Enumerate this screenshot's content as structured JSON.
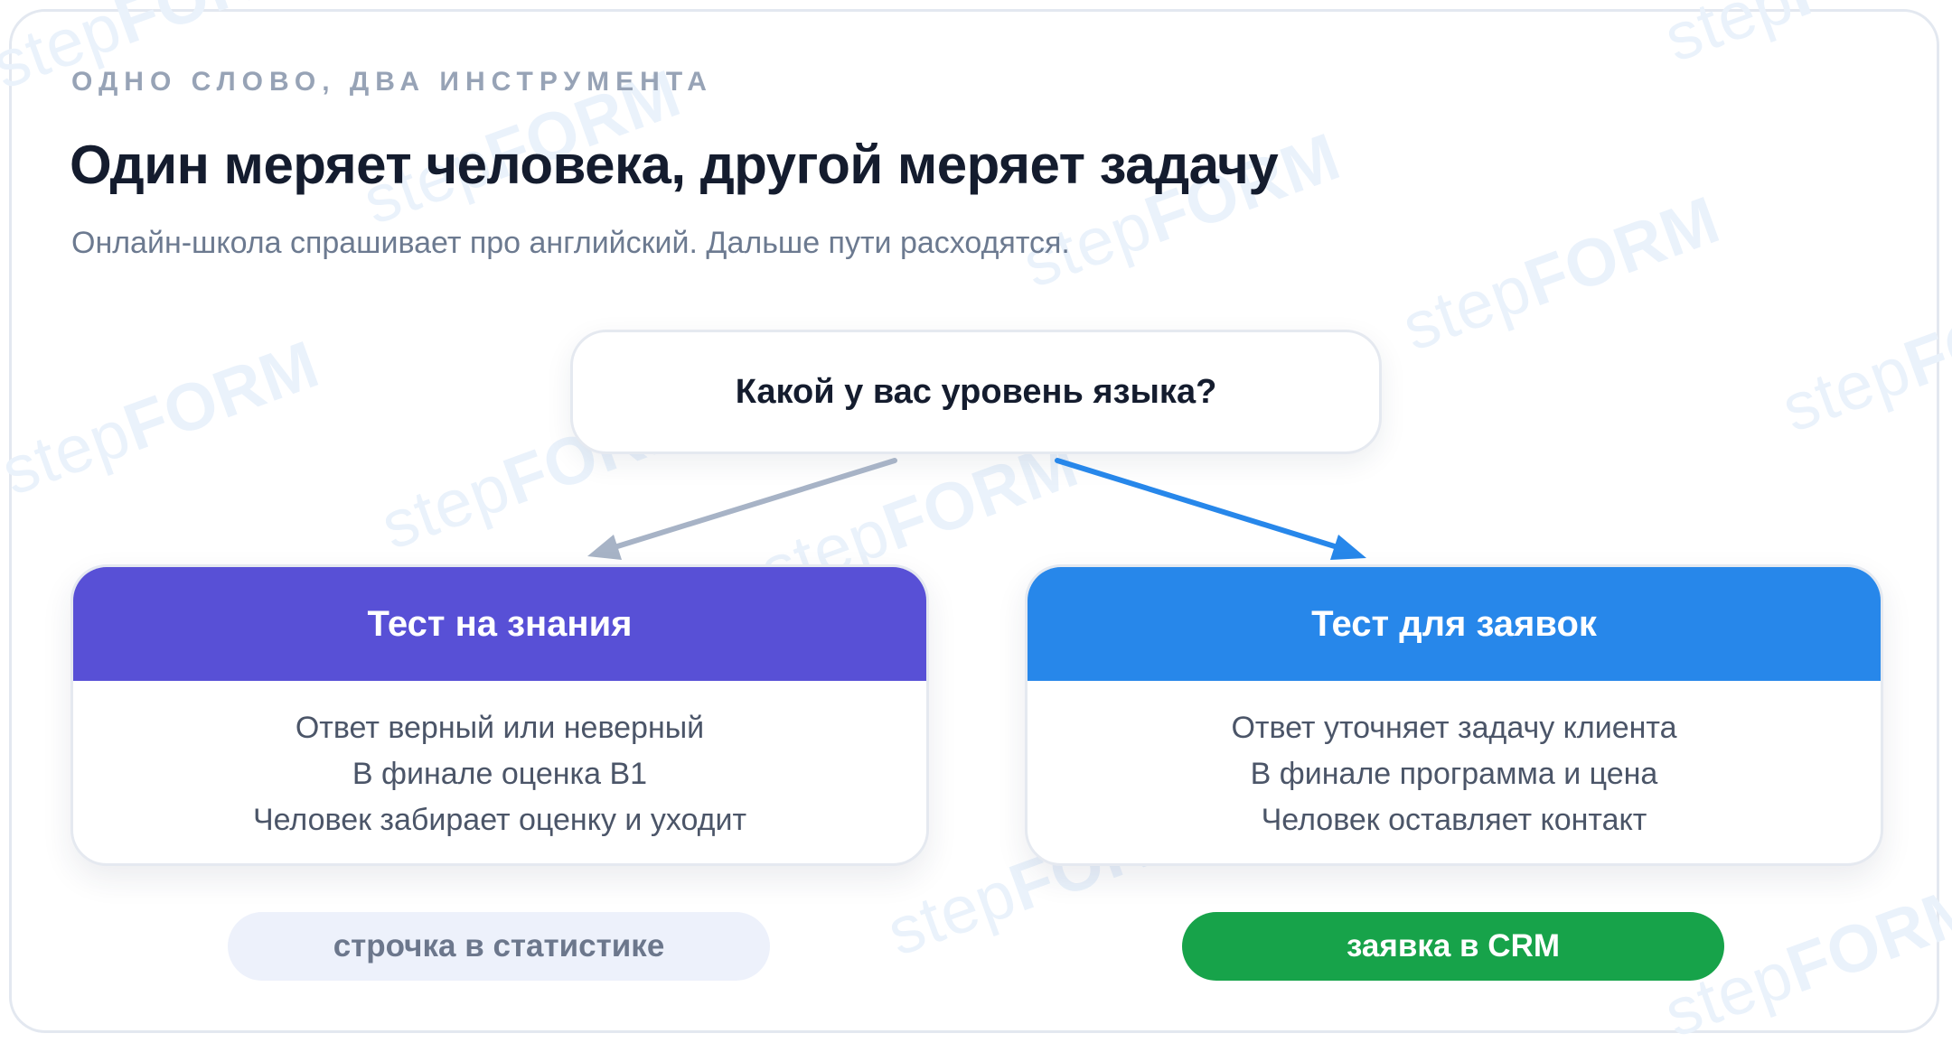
{
  "header": {
    "eyebrow": "ОДНО СЛОВО, ДВА ИНСТРУМЕНТА",
    "title": "Один меряет человека, другой меряет задачу",
    "subtitle": "Онлайн-школа спрашивает про английский. Дальше пути расходятся."
  },
  "watermark": {
    "part1": "step",
    "part2": "FORM"
  },
  "question": {
    "label": "Какой у вас уровень языка?"
  },
  "cards": [
    {
      "title": "Тест на знания",
      "header_color": "#5850d6",
      "lines": [
        "Ответ верный или неверный",
        "В финале оценка B1",
        "Человек забирает оценку и уходит"
      ],
      "outcome": "строчка в статистике",
      "outcome_color": "#edf1fb"
    },
    {
      "title": "Тест для заявок",
      "header_color": "#2787ea",
      "lines": [
        "Ответ уточняет задачу клиента",
        "В финале программа и цена",
        "Человек оставляет контакт"
      ],
      "outcome": "заявка в CRM",
      "outcome_color": "#17a34a"
    }
  ],
  "colors": {
    "arrow_left": "#a7b3c6",
    "arrow_right": "#2787ea"
  }
}
